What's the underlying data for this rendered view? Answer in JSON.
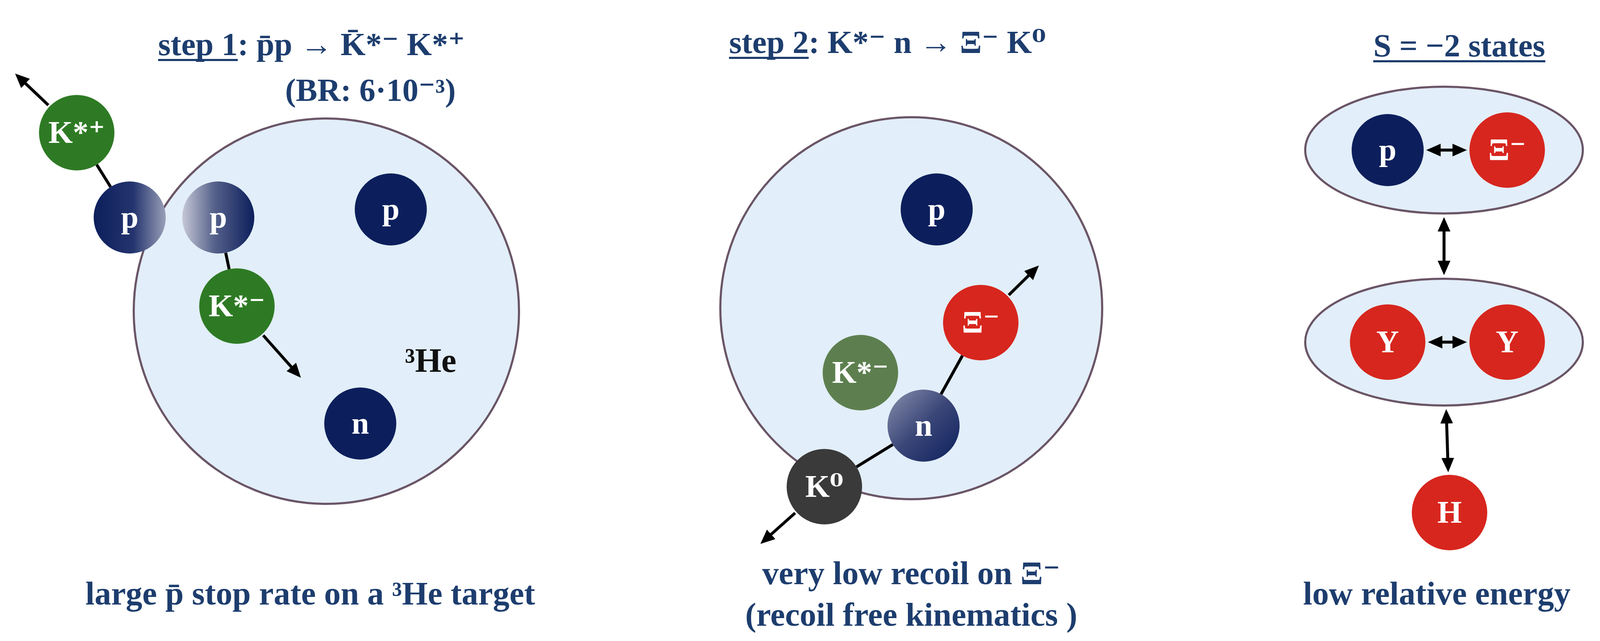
{
  "diagram": {
    "nodes": [
      {
        "text": [
          "³He"
        ]
      },
      {
        "text": [
          "K*⁺"
        ]
      },
      {
        "text": [
          "p"
        ]
      },
      {
        "text": [
          "p"
        ],
        "in": 0
      },
      {
        "text": [
          "p"
        ],
        "in": 0
      },
      {
        "text": [
          "K*⁻"
        ],
        "in": 0
      },
      {
        "text": [
          "n"
        ],
        "in": 0
      },
      {
        "text": []
      },
      {
        "text": [
          "p"
        ],
        "in": 7
      },
      {
        "text": [
          "Ξ⁻"
        ],
        "in": 7
      },
      {
        "text": [
          "K*⁻"
        ],
        "in": 7
      },
      {
        "text": [
          "n"
        ],
        "in": 7
      },
      {
        "text": [
          "K⁰"
        ]
      },
      {
        "text": []
      },
      {
        "text": [
          "p"
        ],
        "in": 13
      },
      {
        "text": [
          "Ξ⁻"
        ],
        "in": 13
      },
      {
        "text": []
      },
      {
        "text": [
          "Y"
        ],
        "in": 16
      },
      {
        "text": [
          "Y"
        ],
        "in": 16
      },
      {
        "text": [
          "H"
        ]
      }
    ],
    "edges": [
      {
        "from": 2,
        "to": 1,
        "arrow": "none"
      },
      {
        "from": 3,
        "to": 5,
        "arrow": "none"
      },
      {
        "from": 12,
        "to": 11,
        "arrow": "none"
      },
      {
        "from": 11,
        "to": 9,
        "arrow": "none"
      },
      {
        "from": 14,
        "to": 15,
        "arrow": "both"
      },
      {
        "from": 13,
        "to": 16,
        "arrow": "both"
      },
      {
        "from": 17,
        "to": 18,
        "arrow": "both"
      },
      {
        "from": 16,
        "to": 19,
        "arrow": "both"
      }
    ],
    "labels": [
      "step 1: p̄p → K̄*⁻ K*⁺",
      "(BR: 6·10⁻³)",
      "step 2: K*⁻ n → Ξ⁻ K⁰",
      "S = −2 states",
      "large p̄ stop rate on a ³He target",
      "very low recoil on Ξ⁻",
      "(recoil free kinematics )",
      "low relative energy"
    ]
  }
}
